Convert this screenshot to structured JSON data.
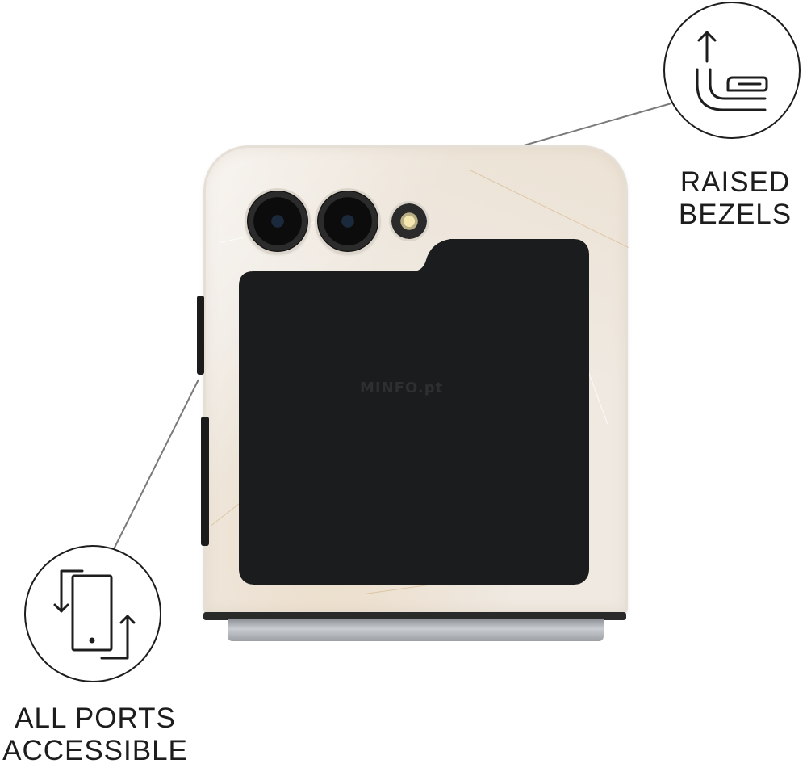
{
  "callouts": {
    "raised_bezels": {
      "line1": "RAISED",
      "line2": "BEZELS",
      "icon": "raised-bezel-icon"
    },
    "all_ports": {
      "line1": "ALL PORTS",
      "line2": "ACCESSIBLE",
      "icon": "phone-ports-icon"
    }
  },
  "watermark": "MINFO.pt",
  "colors": {
    "case": "#efe9e1",
    "screen": "#1b1c1e",
    "ink": "#1d1d1d",
    "hinge": "#9c9fa4"
  }
}
